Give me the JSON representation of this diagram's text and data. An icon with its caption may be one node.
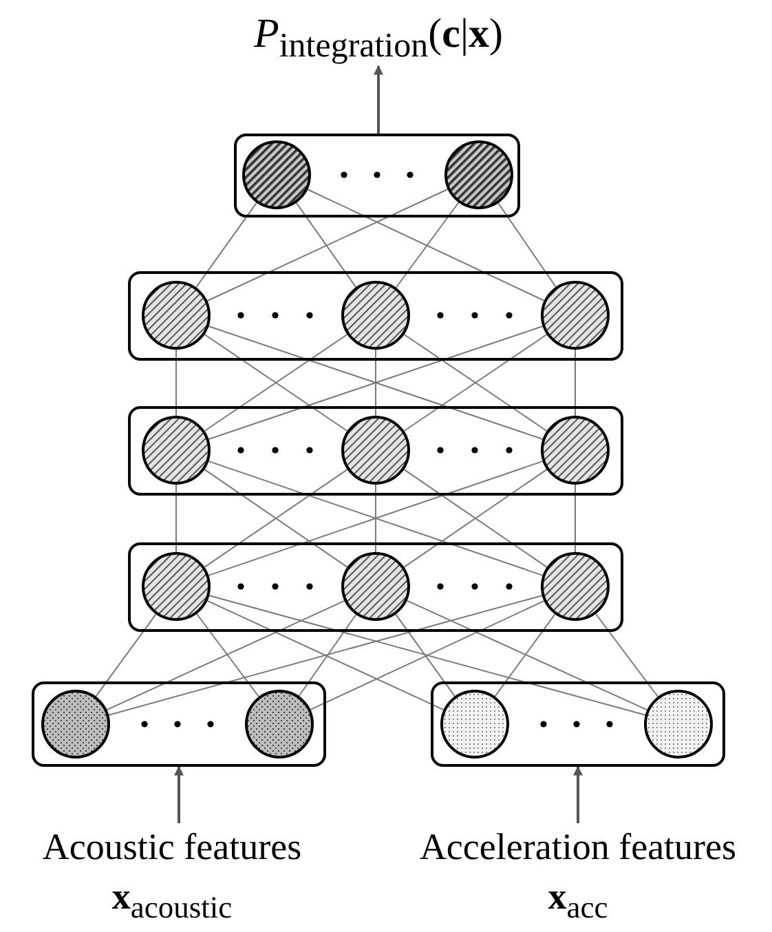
{
  "diagram": {
    "nodes": [
      {
        "text": [
          "*P*$_{integration}$(**c**|**x**)"
        ]
      },
      {
        "text": [],
        "shape": "box"
      },
      {
        "text": [],
        "shape": "circle",
        "in": 1
      },
      {
        "text": [],
        "shape": "circle",
        "in": 1
      },
      {
        "text": [],
        "shape": "box"
      },
      {
        "text": [],
        "shape": "circle",
        "in": 4
      },
      {
        "text": [],
        "shape": "circle",
        "in": 4
      },
      {
        "text": [],
        "shape": "circle",
        "in": 4
      },
      {
        "text": [],
        "shape": "box"
      },
      {
        "text": [],
        "shape": "circle",
        "in": 8
      },
      {
        "text": [],
        "shape": "circle",
        "in": 8
      },
      {
        "text": [],
        "shape": "circle",
        "in": 8
      },
      {
        "text": [],
        "shape": "box"
      },
      {
        "text": [],
        "shape": "circle",
        "in": 12
      },
      {
        "text": [],
        "shape": "circle",
        "in": 12
      },
      {
        "text": [],
        "shape": "circle",
        "in": 12
      },
      {
        "text": [],
        "shape": "box"
      },
      {
        "text": [],
        "shape": "circle",
        "in": 16
      },
      {
        "text": [],
        "shape": "circle",
        "in": 16
      },
      {
        "text": [],
        "shape": "box"
      },
      {
        "text": [],
        "shape": "circle",
        "in": 19
      },
      {
        "text": [],
        "shape": "circle",
        "in": 19
      },
      {
        "text": [
          "Acoustic features",
          "**x**$_{acoustic}$"
        ]
      },
      {
        "text": [
          "Acceleration features",
          "**x**$_{acc}$"
        ]
      }
    ],
    "edges": [
      {
        "from": 1,
        "to": 0,
        "arrow": "to"
      },
      {
        "from": 2,
        "to": 5,
        "arrow": "none"
      },
      {
        "from": 2,
        "to": 6,
        "arrow": "none"
      },
      {
        "from": 2,
        "to": 7,
        "arrow": "none"
      },
      {
        "from": 3,
        "to": 5,
        "arrow": "none"
      },
      {
        "from": 3,
        "to": 6,
        "arrow": "none"
      },
      {
        "from": 3,
        "to": 7,
        "arrow": "none"
      },
      {
        "from": 5,
        "to": 9,
        "arrow": "none"
      },
      {
        "from": 5,
        "to": 10,
        "arrow": "none"
      },
      {
        "from": 5,
        "to": 11,
        "arrow": "none"
      },
      {
        "from": 6,
        "to": 9,
        "arrow": "none"
      },
      {
        "from": 6,
        "to": 10,
        "arrow": "none"
      },
      {
        "from": 6,
        "to": 11,
        "arrow": "none"
      },
      {
        "from": 7,
        "to": 9,
        "arrow": "none"
      },
      {
        "from": 7,
        "to": 10,
        "arrow": "none"
      },
      {
        "from": 7,
        "to": 11,
        "arrow": "none"
      },
      {
        "from": 9,
        "to": 13,
        "arrow": "none"
      },
      {
        "from": 9,
        "to": 14,
        "arrow": "none"
      },
      {
        "from": 9,
        "to": 15,
        "arrow": "none"
      },
      {
        "from": 10,
        "to": 13,
        "arrow": "none"
      },
      {
        "from": 10,
        "to": 14,
        "arrow": "none"
      },
      {
        "from": 10,
        "to": 15,
        "arrow": "none"
      },
      {
        "from": 11,
        "to": 13,
        "arrow": "none"
      },
      {
        "from": 11,
        "to": 14,
        "arrow": "none"
      },
      {
        "from": 11,
        "to": 15,
        "arrow": "none"
      },
      {
        "from": 13,
        "to": 17,
        "arrow": "none"
      },
      {
        "from": 13,
        "to": 18,
        "arrow": "none"
      },
      {
        "from": 13,
        "to": 20,
        "arrow": "none"
      },
      {
        "from": 13,
        "to": 21,
        "arrow": "none"
      },
      {
        "from": 14,
        "to": 17,
        "arrow": "none"
      },
      {
        "from": 14,
        "to": 18,
        "arrow": "none"
      },
      {
        "from": 14,
        "to": 20,
        "arrow": "none"
      },
      {
        "from": 14,
        "to": 21,
        "arrow": "none"
      },
      {
        "from": 15,
        "to": 17,
        "arrow": "none"
      },
      {
        "from": 15,
        "to": 18,
        "arrow": "none"
      },
      {
        "from": 15,
        "to": 20,
        "arrow": "none"
      },
      {
        "from": 15,
        "to": 21,
        "arrow": "none"
      },
      {
        "from": 22,
        "to": 16,
        "arrow": "to"
      },
      {
        "from": 23,
        "to": 19,
        "arrow": "to"
      }
    ]
  }
}
